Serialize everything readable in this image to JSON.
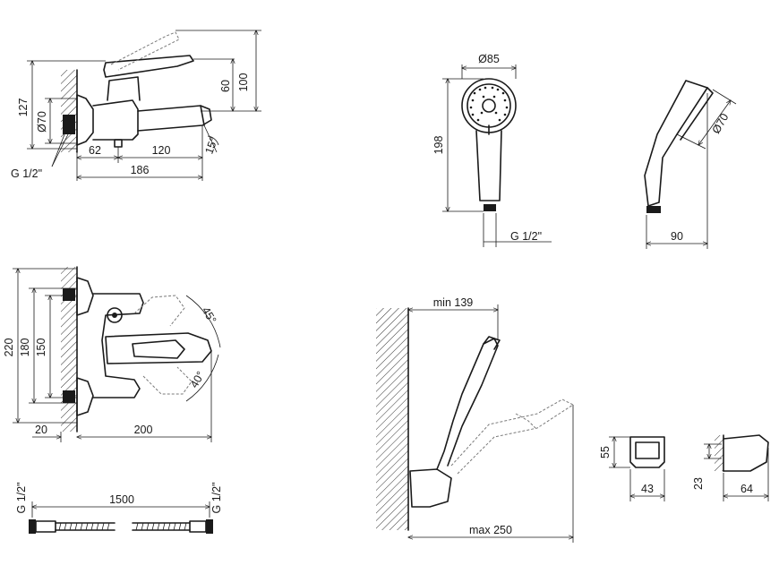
{
  "labels": {
    "mixer_side": {
      "d100": "100",
      "d60": "60",
      "d127": "127",
      "d70": "Ø70",
      "d62": "62",
      "d120": "120",
      "d15": "15°",
      "d186": "186",
      "thread": "G 1/2\""
    },
    "hand_shower": {
      "d85": "Ø85",
      "d198": "198",
      "thread": "G 1/2\"",
      "d70": "Ø70",
      "d90": "90"
    },
    "mixer_top": {
      "d220": "220",
      "d180": "180",
      "d150": "150",
      "d45": "45°",
      "d40": "40°",
      "d20": "20",
      "d200": "200"
    },
    "hose": {
      "thread_left": "G 1/2\"",
      "d1500": "1500",
      "thread_right": "G 1/2\""
    },
    "installed": {
      "min": "min 139",
      "max": "max 250"
    },
    "holder": {
      "d55": "55",
      "d43": "43",
      "d23": "23",
      "d64": "64"
    }
  }
}
